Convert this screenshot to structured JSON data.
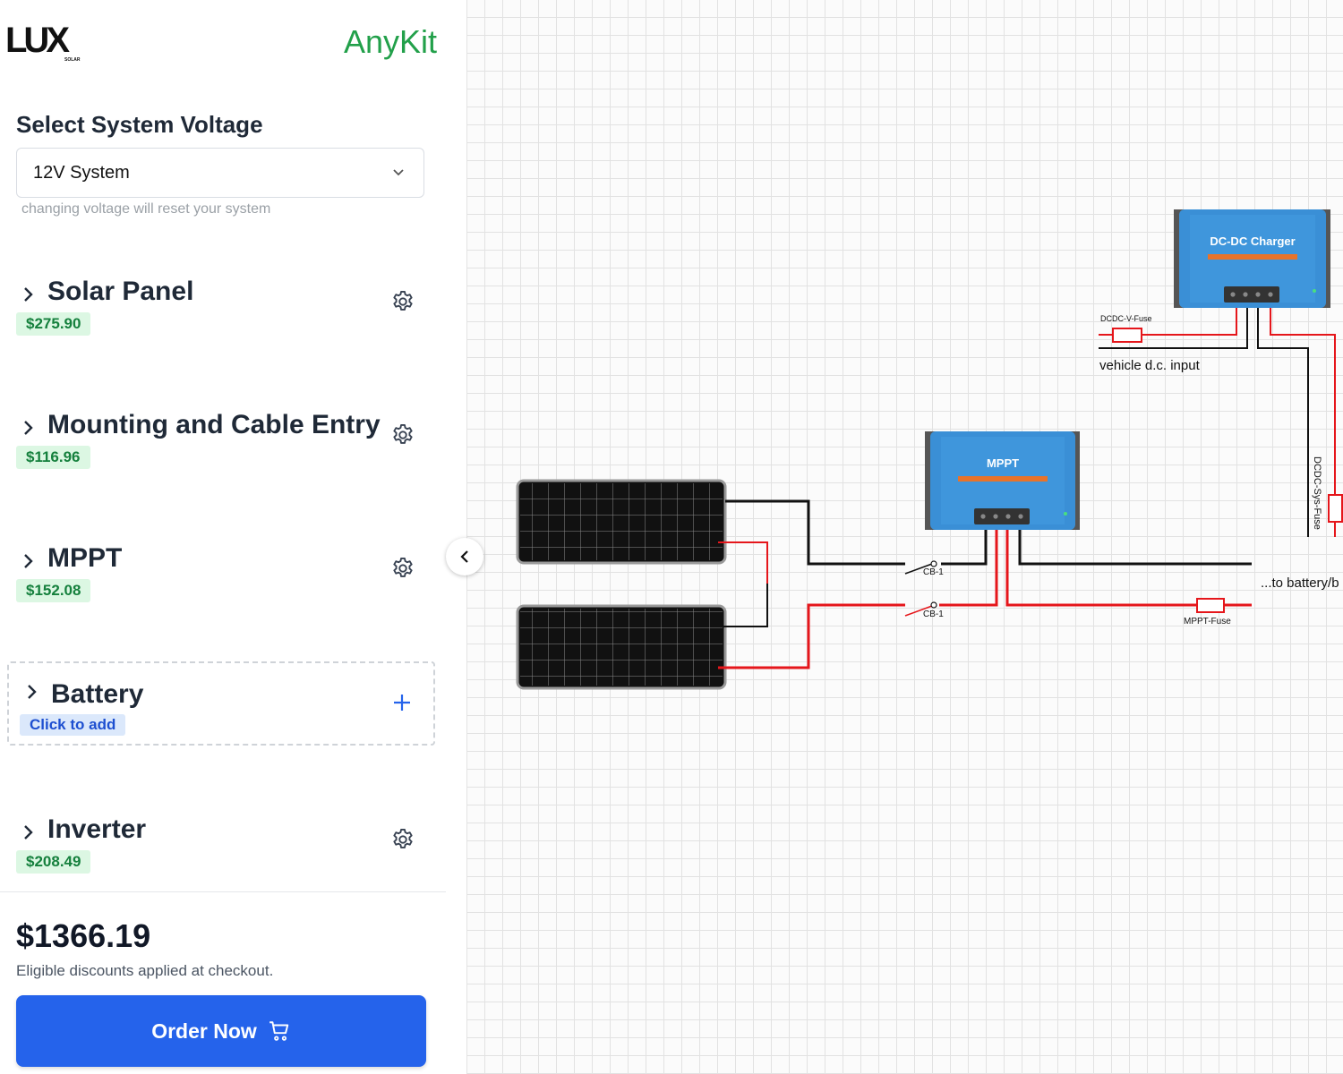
{
  "header": {
    "logo_text": "LUX",
    "logo_subtext": "SOLAR",
    "brand": "AnyKit"
  },
  "voltage": {
    "title": "Select System Voltage",
    "selected": "12V System",
    "note": "changing voltage will reset your system"
  },
  "components": [
    {
      "name": "Solar Panel",
      "price": "$275.90"
    },
    {
      "name": "Mounting and Cable Entry",
      "price": "$116.96"
    },
    {
      "name": "MPPT",
      "price": "$152.08"
    },
    {
      "name": "Battery",
      "action": "Click to add"
    },
    {
      "name": "Inverter",
      "price": "$208.49"
    }
  ],
  "summary": {
    "total": "$1366.19",
    "discount_note": "Eligible discounts applied at checkout.",
    "order_label": "Order Now"
  },
  "diagram": {
    "dcdc_label": "DC-DC Charger",
    "mppt_label": "MPPT",
    "dcdc_fuse": "DCDC-V-Fuse",
    "vehicle_input": "vehicle d.c. input",
    "dcdc_sys_fuse": "DCDC-Sys-Fuse",
    "cb_neg": "CB-1",
    "cb_pos": "CB-1",
    "mppt_fuse": "MPPT-Fuse",
    "to_battery": "...to battery/b"
  },
  "colors": {
    "accent": "#2563eb",
    "brand": "#22a04a",
    "price_bg": "#dcf7e3",
    "price_text": "#15803d",
    "device_blue": "#3a8fd6",
    "device_stripe": "#e8732a",
    "wire_pos": "#e5161b",
    "wire_neg": "#111111"
  },
  "icons": {
    "expand": "chevron-right-icon",
    "settings": "gear-icon",
    "add": "plus-icon",
    "cart": "cart-icon",
    "collapse": "chevron-left-icon",
    "dropdown": "chevron-down-icon"
  }
}
